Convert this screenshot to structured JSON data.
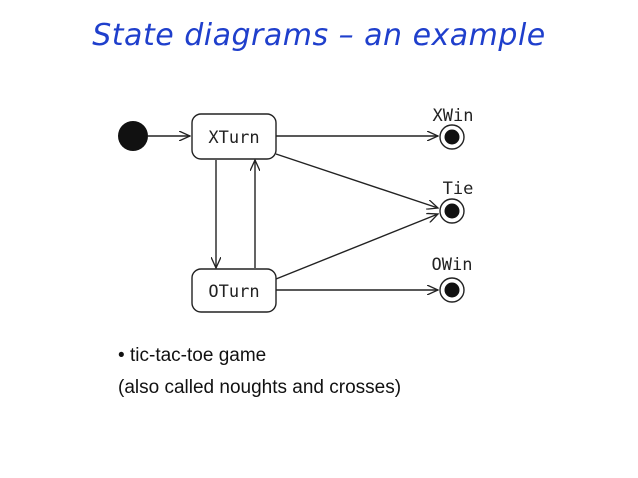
{
  "title": "State diagrams – an example",
  "diagram": {
    "states": [
      {
        "id": "xturn",
        "label": "XTurn"
      },
      {
        "id": "oturn",
        "label": "OTurn"
      }
    ],
    "final_states": [
      {
        "id": "xwin",
        "label": "XWin"
      },
      {
        "id": "tie",
        "label": "Tie"
      },
      {
        "id": "owin",
        "label": "OWin"
      }
    ],
    "transitions": [
      {
        "from": "initial",
        "to": "xturn"
      },
      {
        "from": "xturn",
        "to": "oturn"
      },
      {
        "from": "oturn",
        "to": "xturn"
      },
      {
        "from": "xturn",
        "to": "xwin"
      },
      {
        "from": "xturn",
        "to": "tie"
      },
      {
        "from": "oturn",
        "to": "tie"
      },
      {
        "from": "oturn",
        "to": "owin"
      }
    ]
  },
  "body": {
    "bullet": "tic-tac-toe game",
    "note": "(also called noughts and crosses)"
  }
}
